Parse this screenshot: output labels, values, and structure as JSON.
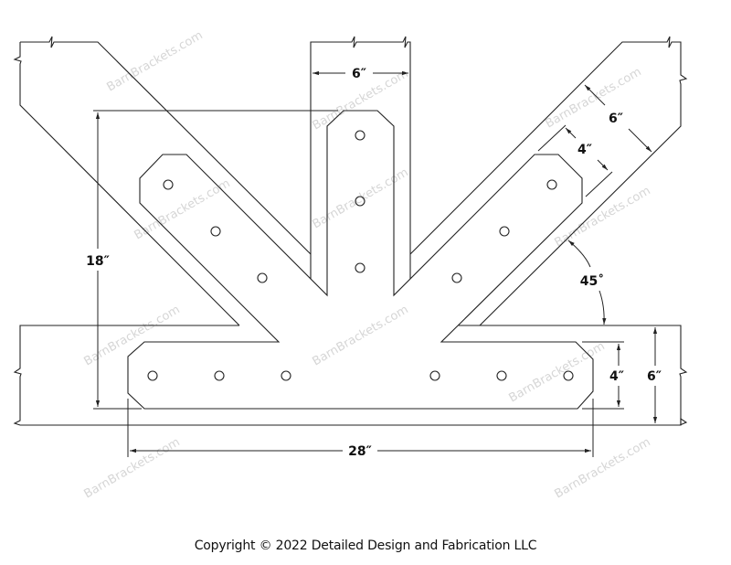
{
  "drawing": {
    "dimensions": {
      "post_width": "6″",
      "overall_height": "18″",
      "brace_width": "6″",
      "plate_arm_width": "4″",
      "angle": "45˚",
      "plate_bottom_width": "4″",
      "beam_height": "6″",
      "overall_length": "28″"
    },
    "watermark": "BarnBrackets.com",
    "line_color": "#222222",
    "watermark_color": "#d6d6d6"
  },
  "footer": {
    "copyright": "Copyright © 2022 Detailed Design and Fabrication LLC"
  }
}
